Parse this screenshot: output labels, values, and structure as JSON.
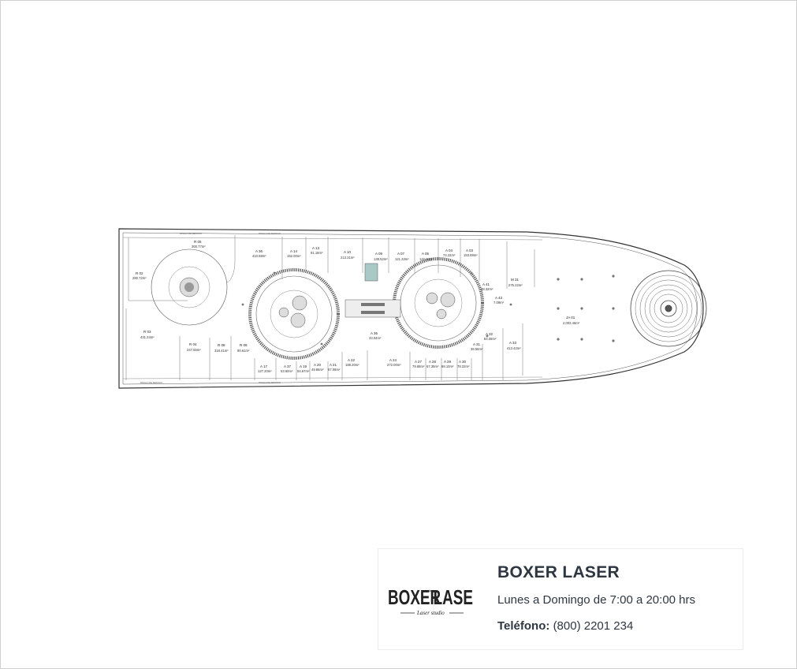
{
  "business": {
    "name": "BOXER LASER",
    "hours": "Lunes a Domingo de 7:00 a 20:00 hrs",
    "phone_label": "Teléfono:",
    "phone_value": "(800) 2201 234"
  },
  "logo": {
    "word_left": "BOXER",
    "word_right": "LASER",
    "tagline": "Laser studio",
    "connector": "laser"
  },
  "floor_plan": {
    "corridor_label": "PASILLO DE SERVICIO",
    "stores": [
      {
        "id": "R 05",
        "area": "300.77m²"
      },
      {
        "id": "R 02",
        "area": "280.72m²"
      },
      {
        "id": "A 36",
        "area": "410.58m²"
      },
      {
        "id": "A 14",
        "area": "152.00m²"
      },
      {
        "id": "A 13",
        "area": "91.18m²"
      },
      {
        "id": "A 10",
        "area": "213.31m²"
      },
      {
        "id": "A 09",
        "area": "138.52m²"
      },
      {
        "id": "A 07",
        "area": "121.33m²"
      },
      {
        "id": "A 05",
        "area": "142.24m²"
      },
      {
        "id": "A 04",
        "area": "74.22m²"
      },
      {
        "id": "A 03",
        "area": "153.89m²"
      },
      {
        "id": "A 41",
        "area": "48.32m²"
      },
      {
        "id": "M 31",
        "area": "275.22m²"
      },
      {
        "id": "A 43",
        "area": "7.09m²"
      },
      {
        "id": "A 36",
        "area": "33.04m²"
      },
      {
        "id": "R 03",
        "area": "431.24m²"
      },
      {
        "id": "R 04",
        "area": "247.55m²"
      },
      {
        "id": "R 08",
        "area": "318.41m²"
      },
      {
        "id": "R 06",
        "area": "90.61m²"
      },
      {
        "id": "A 17",
        "area": "127.20m²"
      },
      {
        "id": "A 37",
        "area": "53.60m²"
      },
      {
        "id": "A 19",
        "area": "54.67m²"
      },
      {
        "id": "A 20",
        "area": "49.86m²"
      },
      {
        "id": "A 21",
        "area": "67.08m²"
      },
      {
        "id": "A 22",
        "area": "188.20m²"
      },
      {
        "id": "A 24",
        "area": "272.00m²"
      },
      {
        "id": "A 27",
        "area": "79.68m²"
      },
      {
        "id": "A 28",
        "area": "67.35m²"
      },
      {
        "id": "A 29",
        "area": "88.10m²"
      },
      {
        "id": "A 30",
        "area": "78.22m²"
      },
      {
        "id": "A 31",
        "area": "38.56m²"
      },
      {
        "id": "A 32",
        "area": "84.08m²"
      },
      {
        "id": "A 33",
        "area": "413.42m²"
      },
      {
        "id": "JA 01",
        "area": "2,003.46m²"
      }
    ]
  }
}
